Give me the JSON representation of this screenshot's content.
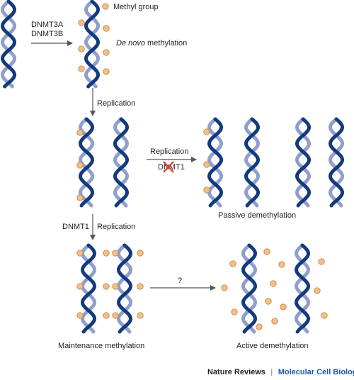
{
  "labels": {
    "methyl_group": "Methyl group",
    "enzyme_a": "DNMT3A",
    "enzyme_b": "DNMT3B",
    "de_novo_italic": "De novo",
    "de_novo_rest": " methylation",
    "replication_1": "Replication",
    "replication_2": "Replication",
    "blocked_enzyme": "DNMT1",
    "passive": "Passive demethylation",
    "maint_enzyme": "DNMT1",
    "replication_3": "Replication",
    "unknown": "?",
    "maintenance": "Maintenance methylation",
    "active": "Active demethylation"
  },
  "footer": {
    "journal": "Nature Reviews",
    "separator": "|",
    "section": "Molecular Cell Biology"
  },
  "colors": {
    "strand_dark": "#143a7e",
    "strand_light": "#8f9fcd",
    "methyl_fill": "#f2bf88",
    "methyl_stroke": "#c8874a",
    "arrow": "#555555",
    "red_cross": "#e23a2e",
    "journal_blue": "#1d5aa3"
  }
}
